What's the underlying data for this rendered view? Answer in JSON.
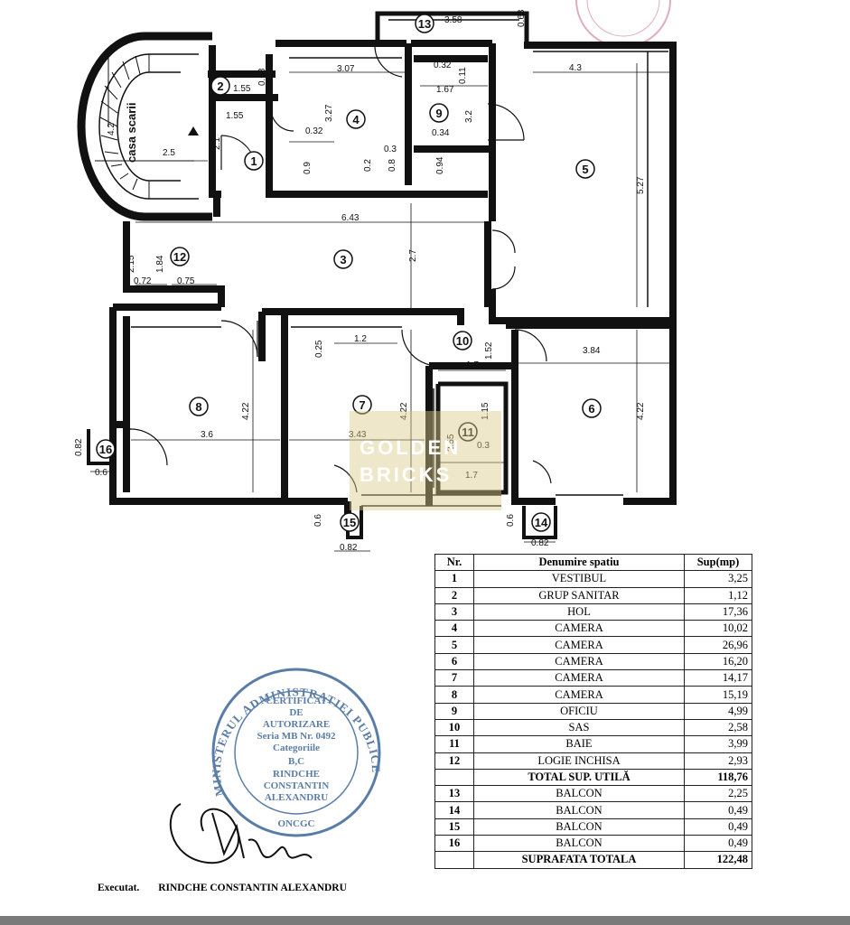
{
  "plan": {
    "rooms": [
      {
        "n": "1"
      },
      {
        "n": "2"
      },
      {
        "n": "3"
      },
      {
        "n": "4"
      },
      {
        "n": "5"
      },
      {
        "n": "6"
      },
      {
        "n": "7"
      },
      {
        "n": "8"
      },
      {
        "n": "9"
      },
      {
        "n": "10"
      },
      {
        "n": "11"
      },
      {
        "n": "12"
      },
      {
        "n": "13"
      },
      {
        "n": "14"
      },
      {
        "n": "15"
      },
      {
        "n": "16"
      }
    ],
    "stair_label": "casa scarii",
    "dims": [
      "3.58",
      "0.63",
      "1.55",
      "0.68",
      "3.07",
      "0.32",
      "0.11",
      "4.3",
      "1.67",
      "3.2",
      "1.55",
      "0.32",
      "3.27",
      "0.34",
      "0.3",
      "0.9",
      "0.2",
      "0.8",
      "0.94",
      "4.2",
      "2.5",
      "2.1",
      "6.43",
      "5.27",
      "2.7",
      "2.15",
      "1.84",
      "0.72",
      "0.75",
      "0.25",
      "1.2",
      "1.52",
      "1.7",
      "3.84",
      "4.22",
      "4.22",
      "4.22",
      "0.82",
      "3.6",
      "3.43",
      "2.55",
      "1.15",
      "0.3",
      "1.7",
      "0.6",
      "0.6",
      "0.6",
      "0.82",
      "0.82"
    ],
    "watermark": [
      "GOLDEN",
      "BRICKS"
    ]
  },
  "stamp": {
    "ring_text": "MINISTERUL ADMINISTRATIEI PUBLICE",
    "lines": [
      "CERTIFICAT",
      "DE",
      "AUTORIZARE",
      "Seria MB Nr. 0492",
      "Categoriile",
      "B,C",
      "RINDCHE",
      "CONSTANTIN",
      "ALEXANDRU"
    ],
    "bottom": "ONCGC"
  },
  "table": {
    "headers": [
      "Nr.",
      "Denumire spatiu",
      "Sup(mp)"
    ],
    "rows": [
      {
        "nr": "1",
        "name": "VESTIBUL",
        "sup": "3,25"
      },
      {
        "nr": "2",
        "name": "GRUP SANITAR",
        "sup": "1,12"
      },
      {
        "nr": "3",
        "name": "HOL",
        "sup": "17,36"
      },
      {
        "nr": "4",
        "name": "CAMERA",
        "sup": "10,02"
      },
      {
        "nr": "5",
        "name": "CAMERA",
        "sup": "26,96"
      },
      {
        "nr": "6",
        "name": "CAMERA",
        "sup": "16,20"
      },
      {
        "nr": "7",
        "name": "CAMERA",
        "sup": "14,17"
      },
      {
        "nr": "8",
        "name": "CAMERA",
        "sup": "15,19"
      },
      {
        "nr": "9",
        "name": "OFICIU",
        "sup": "4,99"
      },
      {
        "nr": "10",
        "name": "SAS",
        "sup": "2,58"
      },
      {
        "nr": "11",
        "name": "BAIE",
        "sup": "3,99"
      },
      {
        "nr": "12",
        "name": "LOGIE INCHISA",
        "sup": "2,93"
      },
      {
        "nr": "",
        "name": "TOTAL SUP. UTILĂ",
        "sup": "118,76",
        "total": true
      },
      {
        "nr": "13",
        "name": "BALCON",
        "sup": "2,25"
      },
      {
        "nr": "14",
        "name": "BALCON",
        "sup": "0,49"
      },
      {
        "nr": "15",
        "name": "BALCON",
        "sup": "0,49"
      },
      {
        "nr": "16",
        "name": "BALCON",
        "sup": "0,49"
      },
      {
        "nr": "",
        "name": "SUPRAFATA TOTALA",
        "sup": "122,48",
        "total": true
      }
    ]
  },
  "executat": {
    "label": "Executat.",
    "name": "RINDCHE CONSTANTIN ALEXANDRU"
  }
}
